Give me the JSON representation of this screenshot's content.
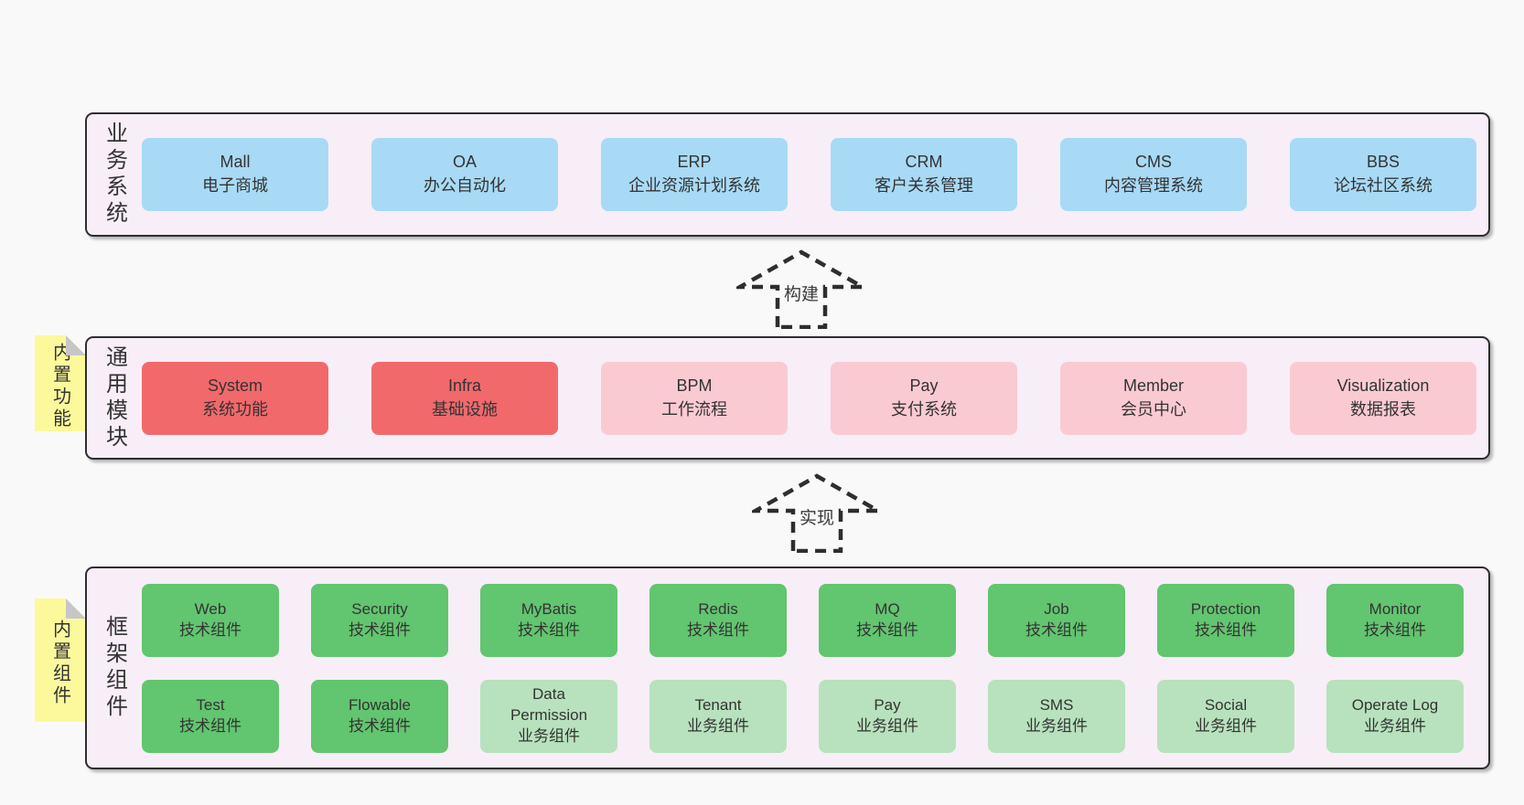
{
  "colors": {
    "page_bg": "#f9f9f9",
    "band_bg": "#f7eef7",
    "band_border": "#2e2e2e",
    "blue": "#a8daf5",
    "red": "#f2696c",
    "pink": "#facad3",
    "green_dark": "#62c56f",
    "green_light": "#b7e2bd",
    "sticky_yellow": "#fcf99c",
    "sticky_fold": "#c6c6c6",
    "text": "#333333"
  },
  "arrows": [
    {
      "label": "构建"
    },
    {
      "label": "实现"
    }
  ],
  "bands": [
    {
      "title": "业务系统",
      "boxes": [
        {
          "name": "Mall",
          "sub": "电子商城"
        },
        {
          "name": "OA",
          "sub": "办公自动化"
        },
        {
          "name": "ERP",
          "sub": "企业资源计划系统"
        },
        {
          "name": "CRM",
          "sub": "客户关系管理"
        },
        {
          "name": "CMS",
          "sub": "内容管理系统"
        },
        {
          "name": "BBS",
          "sub": "论坛社区系统"
        }
      ]
    },
    {
      "title": "通用模块",
      "sticky": "内置功能",
      "boxes": [
        {
          "name": "System",
          "sub": "系统功能"
        },
        {
          "name": "Infra",
          "sub": "基础设施"
        },
        {
          "name": "BPM",
          "sub": "工作流程"
        },
        {
          "name": "Pay",
          "sub": "支付系统"
        },
        {
          "name": "Member",
          "sub": "会员中心"
        },
        {
          "name": "Visualization",
          "sub": "数据报表"
        }
      ]
    },
    {
      "title": "框架组件",
      "sticky": "内置组件",
      "rows": [
        [
          {
            "name": "Web",
            "sub": "技术组件"
          },
          {
            "name": "Security",
            "sub": "技术组件"
          },
          {
            "name": "MyBatis",
            "sub": "技术组件"
          },
          {
            "name": "Redis",
            "sub": "技术组件"
          },
          {
            "name": "MQ",
            "sub": "技术组件"
          },
          {
            "name": "Job",
            "sub": "技术组件"
          },
          {
            "name": "Protection",
            "sub": "技术组件"
          },
          {
            "name": "Monitor",
            "sub": "技术组件"
          }
        ],
        [
          {
            "name": "Test",
            "sub": "技术组件"
          },
          {
            "name": "Flowable",
            "sub": "技术组件"
          },
          {
            "name": "Data Permission",
            "sub": "业务组件"
          },
          {
            "name": "Tenant",
            "sub": "业务组件"
          },
          {
            "name": "Pay",
            "sub": "业务组件"
          },
          {
            "name": "SMS",
            "sub": "业务组件"
          },
          {
            "name": "Social",
            "sub": "业务组件"
          },
          {
            "name": "Operate Log",
            "sub": "业务组件"
          }
        ]
      ]
    }
  ]
}
